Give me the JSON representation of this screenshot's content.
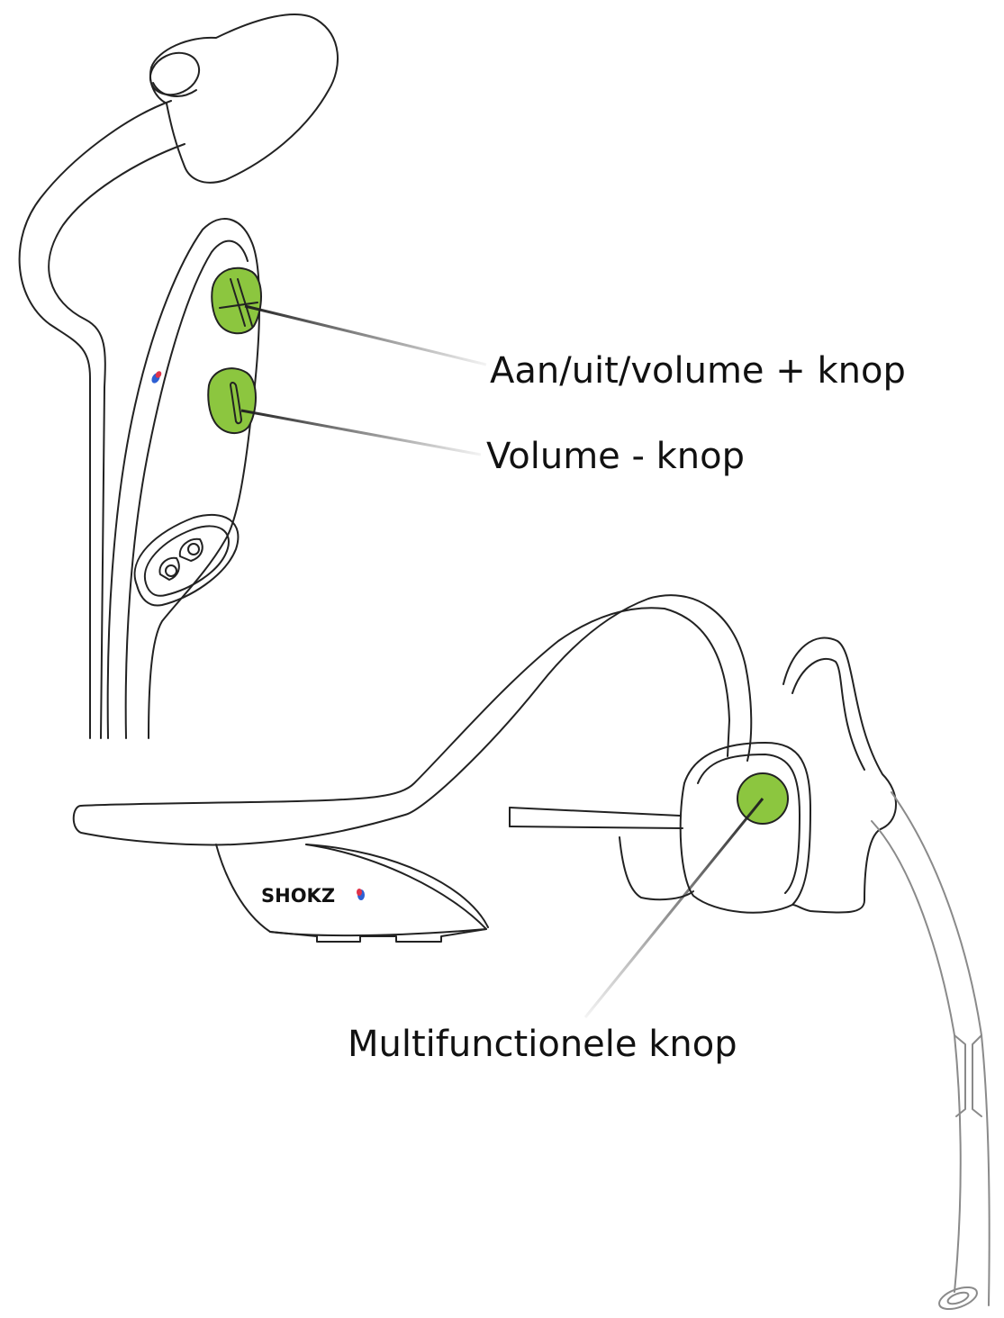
{
  "callouts": {
    "power_volume_up": "Aan/uit/volume + knop",
    "volume_down": "Volume - knop",
    "multifunction": "Multifunctionele knop"
  },
  "logo": {
    "brand": "SHOKZ"
  },
  "colors": {
    "button_green": "#8cc63f",
    "outline": "#222222",
    "led_red": "#e0334a",
    "led_blue": "#2d5fd3"
  },
  "icons": {
    "plus": "plus-icon",
    "minus": "minus-icon",
    "charging_contacts": "magnetic-charging-contacts-icon"
  }
}
